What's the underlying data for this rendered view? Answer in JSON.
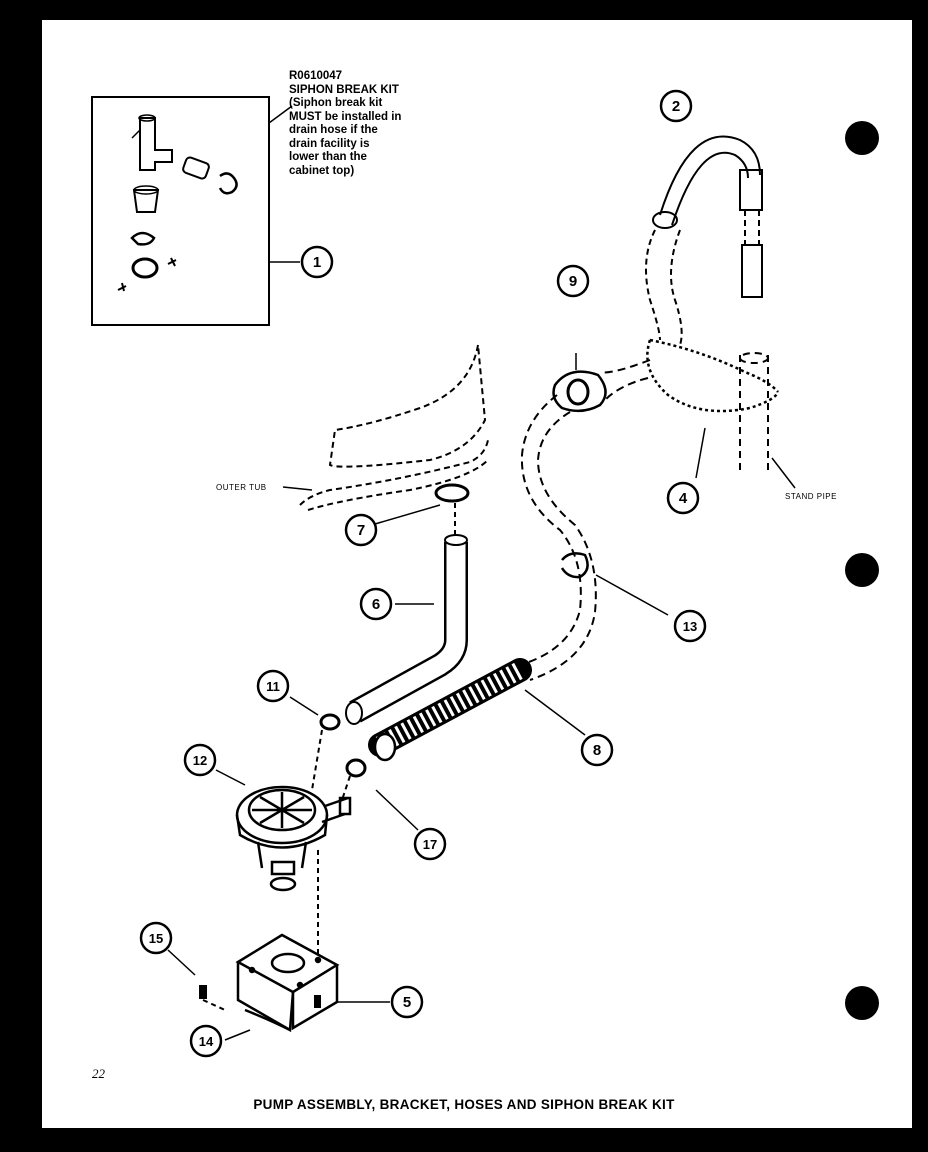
{
  "kit": {
    "part_number": "R0610047",
    "title": "SIPHON BREAK KIT",
    "note_lines": [
      "(Siphon break kit",
      "MUST be installed in",
      "drain hose if the",
      "drain facility is",
      "lower than the",
      "cabinet top)"
    ]
  },
  "labels": {
    "outer_tub": "OUTER TUB",
    "stand_pipe": "STAND PIPE"
  },
  "callouts": [
    {
      "id": "c1",
      "num": "1"
    },
    {
      "id": "c2",
      "num": "2"
    },
    {
      "id": "c4",
      "num": "4"
    },
    {
      "id": "c5",
      "num": "5"
    },
    {
      "id": "c6",
      "num": "6"
    },
    {
      "id": "c7",
      "num": "7"
    },
    {
      "id": "c8",
      "num": "8"
    },
    {
      "id": "c9",
      "num": "9"
    },
    {
      "id": "c11",
      "num": "11"
    },
    {
      "id": "c12",
      "num": "12"
    },
    {
      "id": "c13",
      "num": "13"
    },
    {
      "id": "c14",
      "num": "14"
    },
    {
      "id": "c15",
      "num": "15"
    },
    {
      "id": "c17",
      "num": "17"
    }
  ],
  "page_number": "22",
  "caption": "PUMP ASSEMBLY, BRACKET, HOSES AND SIPHON BREAK KIT",
  "colors": {
    "ink": "#000000",
    "paper": "#ffffff",
    "border": "#000000"
  }
}
